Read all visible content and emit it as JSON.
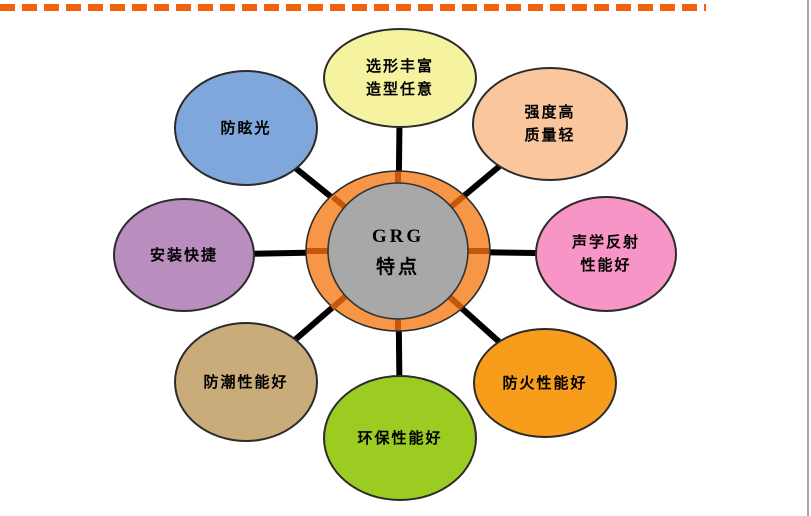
{
  "decorations": {
    "top_dashed_line_color": "#f2610b",
    "right_rule_color": "#a4a4ad"
  },
  "diagram": {
    "hub": {
      "line1": "GRG",
      "line2": "特点",
      "fill": "#a8a8a8",
      "outline": "#333333",
      "ring_fill": "#f79646",
      "ring_outline": "#2b2b2b",
      "ring_spoke_color": "#c4570c",
      "spoke_color": "#000000"
    },
    "satellites": [
      {
        "position": "top",
        "line1": "选形丰富",
        "line2": "造型任意",
        "fill": "#f5f3a0"
      },
      {
        "position": "top-right",
        "line1": "强度高",
        "line2": "质量轻",
        "fill": "#f9c69e"
      },
      {
        "position": "right",
        "line1": "声学反射",
        "line2": "性能好",
        "fill": "#f795c7"
      },
      {
        "position": "bottom-right",
        "line1": "防火性能好",
        "fill": "#f89c1c"
      },
      {
        "position": "bottom",
        "line1": "环保性能好",
        "fill": "#9ccb21"
      },
      {
        "position": "bottom-left",
        "line1": "防潮性能好",
        "fill": "#c9ac79"
      },
      {
        "position": "left",
        "line1": "安装快捷",
        "fill": "#b98dbe"
      },
      {
        "position": "top-left",
        "line1": "防眩光",
        "fill": "#7fa7db"
      }
    ]
  }
}
